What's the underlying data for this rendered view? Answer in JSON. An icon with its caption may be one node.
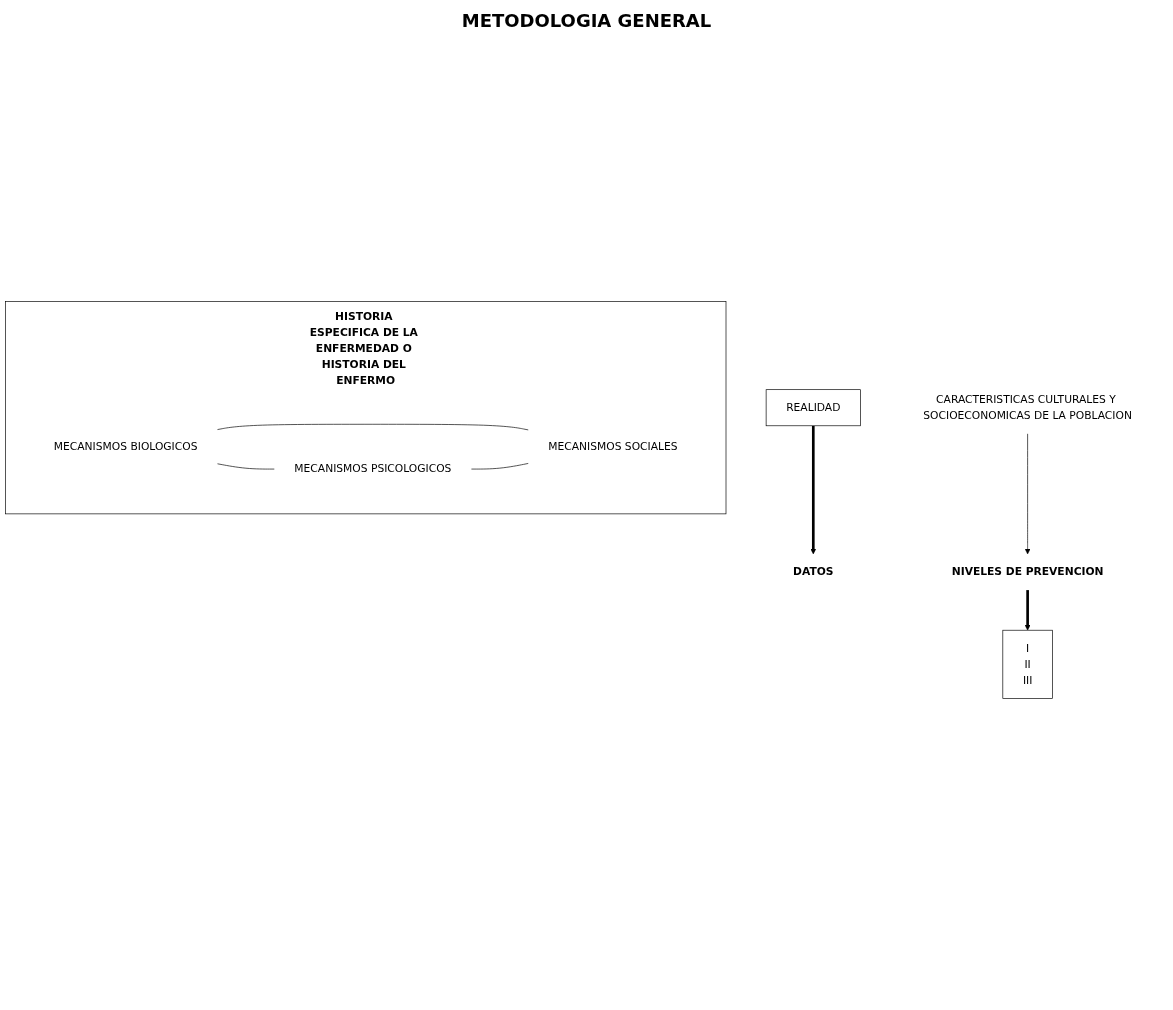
{
  "diagram": {
    "title": "METODOLOGIA GENERAL",
    "nodes": [
      {
        "text": [
          "REALIDAD"
        ]
      },
      {
        "text": [
          "DATOS"
        ]
      },
      {
        "text": [
          "HISTORIA ESPECIFICA DE LA ENFERMEDAD O HISTORIA DEL ENFERMO"
        ]
      },
      {
        "text": [
          "MECANISMOS BIOLOGICOS"
        ],
        "in": 2
      },
      {
        "text": [
          "MECANISMOS PSICOLOGICOS"
        ],
        "in": 2
      },
      {
        "text": [
          "MECANISMOS SOCIALES"
        ],
        "in": 2
      },
      {
        "text": [
          "CARACTERISTICAS CULTURALES Y SOCIOECONOMICAS DE LA POBLACION"
        ]
      },
      {
        "text": [
          "NIVELES DE PREVENCION"
        ]
      },
      {
        "text": [
          "I",
          "II",
          "III"
        ]
      }
    ],
    "edges": [
      {
        "from": 0,
        "to": 1,
        "arrow": "to",
        "style": "thick"
      },
      {
        "from": 3,
        "to": 4,
        "arrow": "none"
      },
      {
        "from": 3,
        "to": 5,
        "arrow": "none"
      },
      {
        "from": 4,
        "to": 5,
        "arrow": "none"
      },
      {
        "from": 6,
        "to": 7,
        "arrow": "to"
      },
      {
        "from": 7,
        "to": 8,
        "arrow": "to",
        "style": "thick"
      }
    ]
  }
}
